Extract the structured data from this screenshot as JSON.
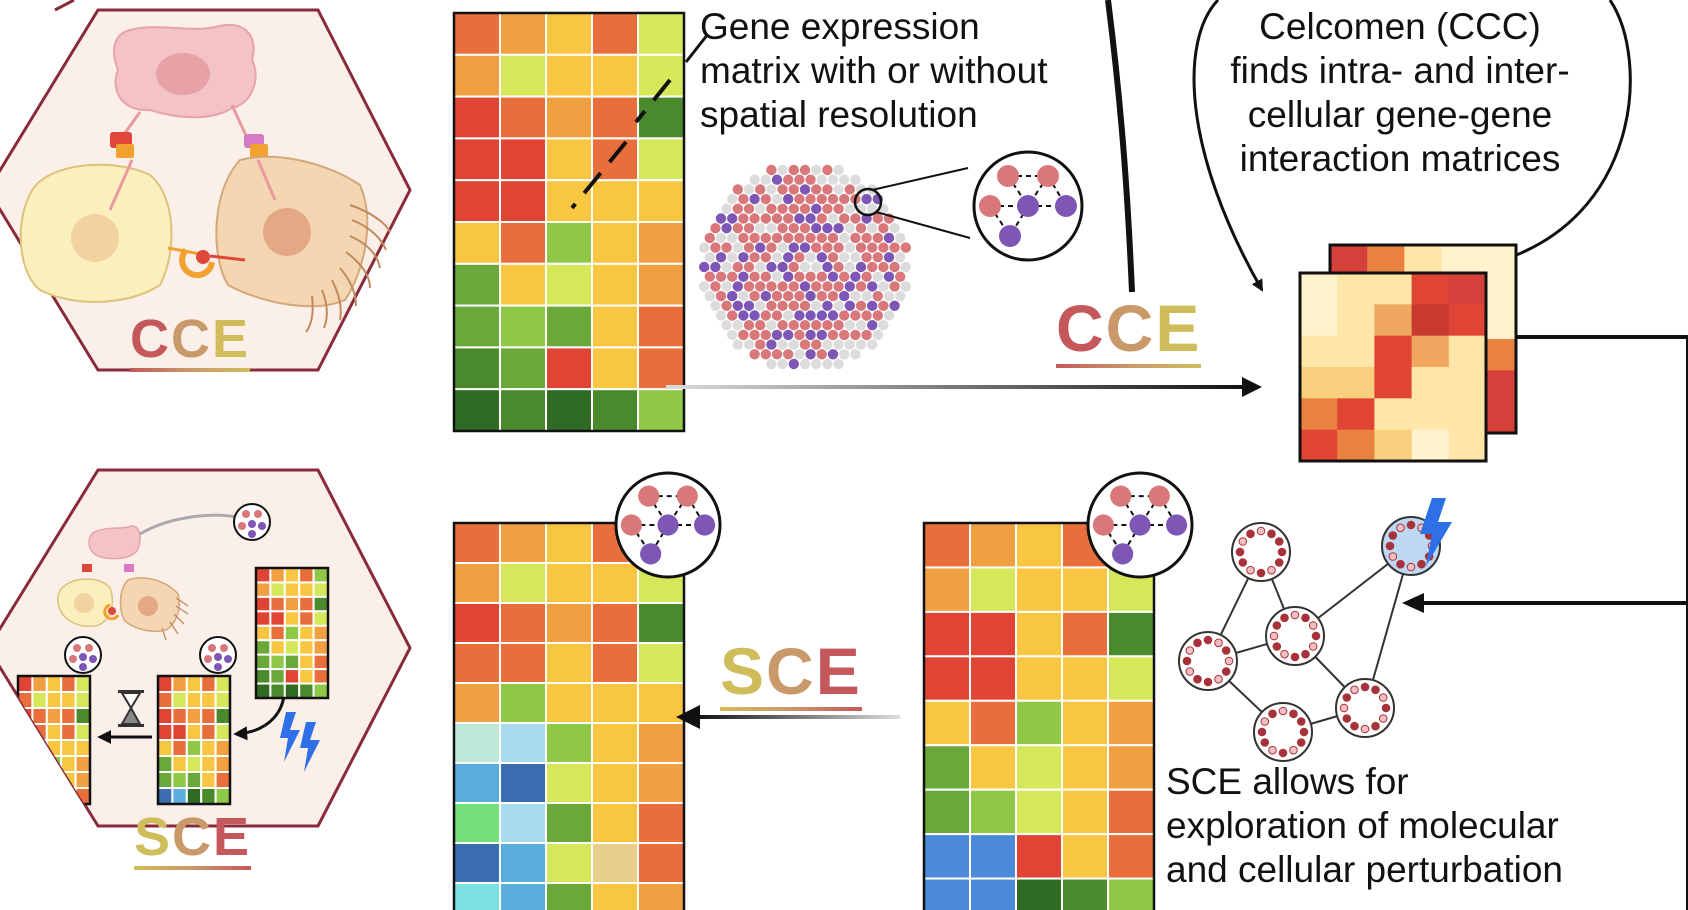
{
  "labels": {
    "cce": "CCE",
    "sce": "SCE"
  },
  "text": {
    "gene_matrix_lines": [
      "Gene expression",
      "matrix with or without",
      "spatial resolution"
    ],
    "celcomen_lines": [
      "Celcomen (CCC)",
      "finds intra- and inter-",
      "cellular gene-gene",
      "interaction matrices"
    ],
    "sce_desc_lines": [
      "SCE allows for",
      "exploration of molecular",
      "and cellular perturbation"
    ]
  },
  "colors": {
    "hex_fill": "#fbefea",
    "hex_stroke": "#8a2b3a",
    "logo_c1": "#c4585a",
    "logo_c2": "#c9996a",
    "logo_c3": "#cfbc5a",
    "node_pink": "#d9787b",
    "node_purple": "#7e57b6",
    "spot_grey": "#dcdcdc",
    "lightning": "#2f6fe8",
    "dark_red": "#a8323a"
  },
  "icons": [
    "lightning-icon",
    "hourglass-icon",
    "network-icon",
    "cell-icon"
  ]
}
